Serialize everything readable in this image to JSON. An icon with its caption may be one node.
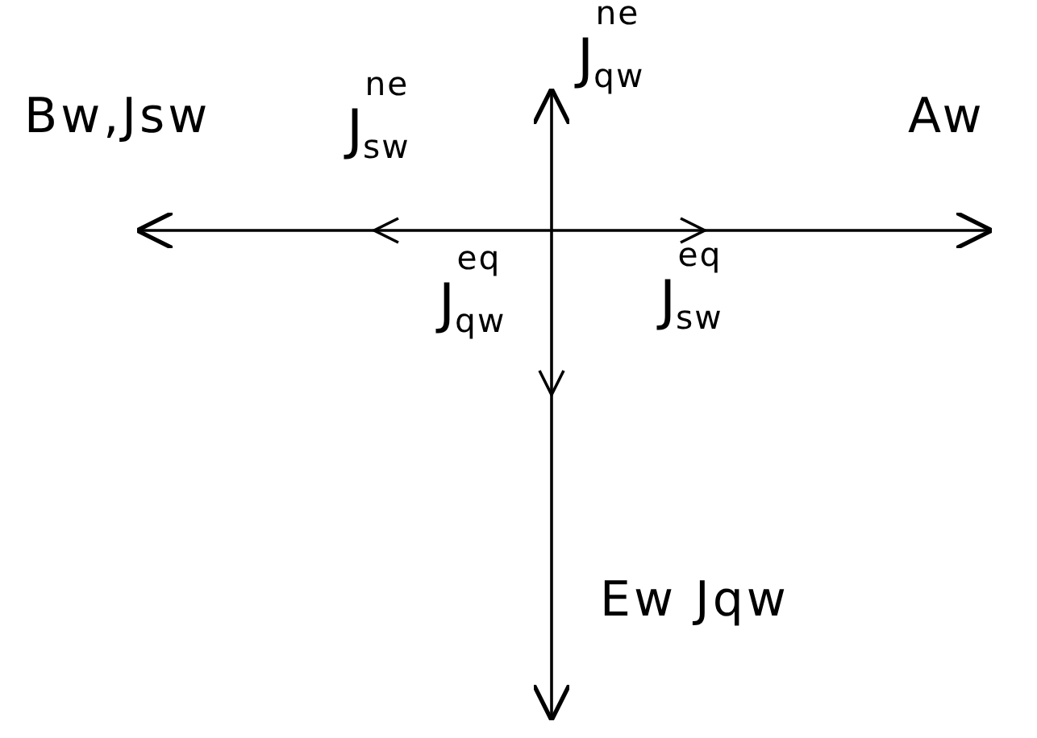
{
  "diagram": {
    "nodes": [
      {
        "text": [
          "Bw,Jsw"
        ]
      },
      {
        "text": [
          "Aw"
        ]
      },
      {
        "text": [
          "Ew Jqw"
        ]
      },
      {
        "text": [
          "J$_{qw}$$^{ne}$"
        ]
      }
    ],
    "edges": [
      {
        "from": 0,
        "to": 1,
        "arrow": "both"
      },
      {
        "from": 3,
        "to": 2,
        "arrow": "both"
      }
    ],
    "labels": [
      "J$_{sw}$$^{ne}$",
      "J$_{qw}$$^{eq}$",
      "J$_{sw}$$^{eq}$"
    ]
  }
}
